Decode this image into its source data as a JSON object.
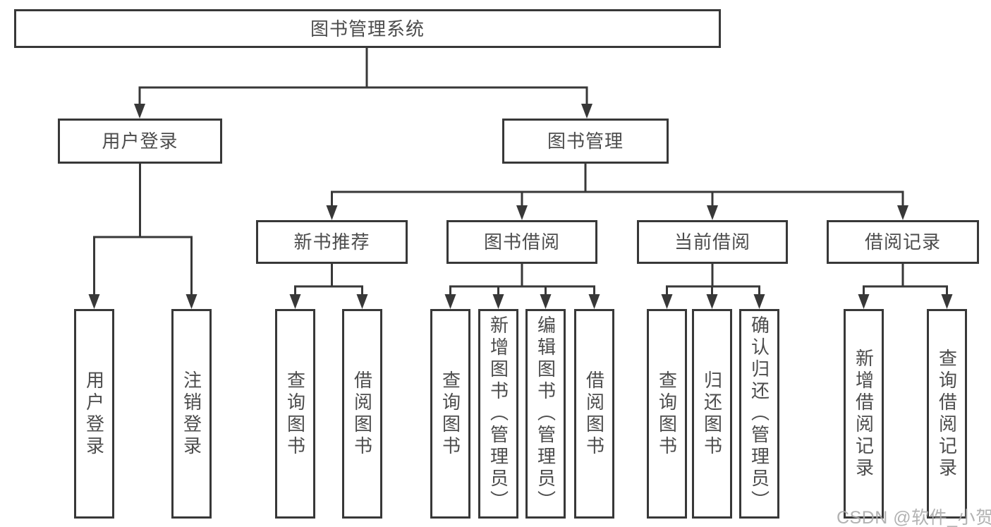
{
  "diagram": {
    "title": "图书管理系统",
    "colors": {
      "line": "#383838",
      "box_border": "#383838",
      "text": "#4c4c4c",
      "background": "#ffffff",
      "watermark": "#aaaaaa"
    },
    "tree": {
      "label": "图书管理系统",
      "children": [
        {
          "label": "用户登录",
          "children": [
            {
              "label": "用户登录"
            },
            {
              "label": "注销登录"
            }
          ]
        },
        {
          "label": "图书管理",
          "children": [
            {
              "label": "新书推荐",
              "children": [
                {
                  "label": "查询图书"
                },
                {
                  "label": "借阅图书"
                }
              ]
            },
            {
              "label": "图书借阅",
              "children": [
                {
                  "label": "查询图书"
                },
                {
                  "label": "新增图书（管理员）"
                },
                {
                  "label": "编辑图书（管理员）"
                },
                {
                  "label": "借阅图书"
                }
              ]
            },
            {
              "label": "当前借阅",
              "children": [
                {
                  "label": "查询图书"
                },
                {
                  "label": "归还图书"
                },
                {
                  "label": "确认归还（管理员）"
                }
              ]
            },
            {
              "label": "借阅记录",
              "children": [
                {
                  "label": "新增借阅记录"
                },
                {
                  "label": "查询借阅记录"
                }
              ]
            }
          ]
        }
      ]
    },
    "watermark": "CSDN @软件_小贺同学"
  }
}
